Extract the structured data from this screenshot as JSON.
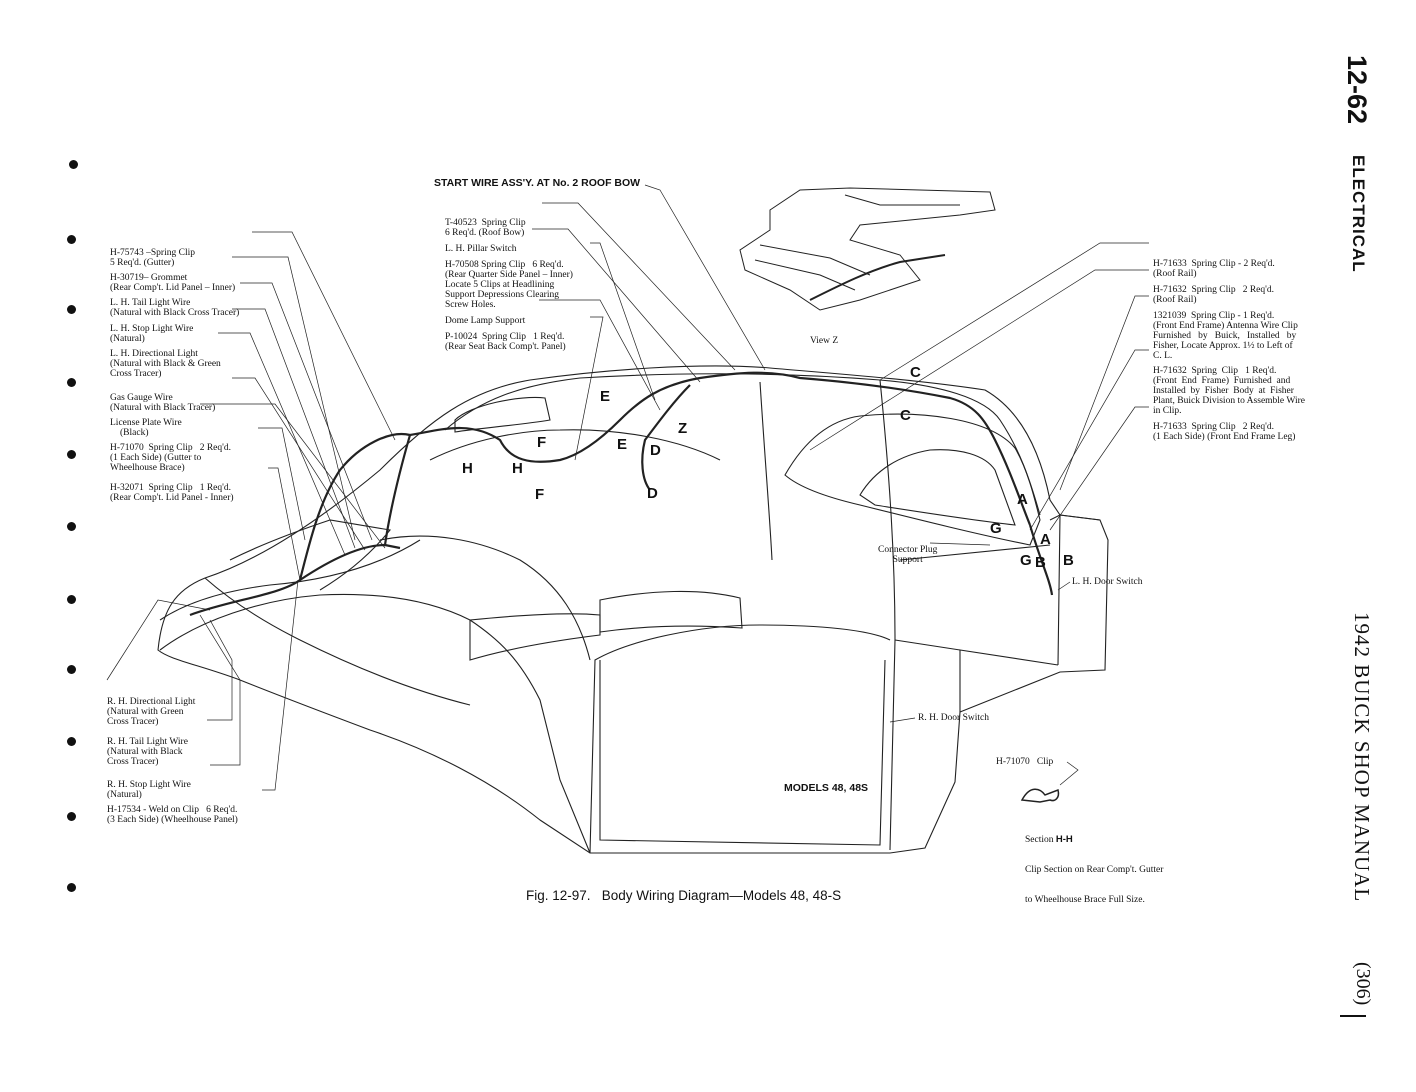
{
  "page": {
    "number": "12-62",
    "section": "ELECTRICAL",
    "book": "1942 BUICK SHOP MANUAL",
    "page_ref": "(306)"
  },
  "figure": {
    "start_heading": "START WIRE ASS'Y. AT No. 2 ROOF BOW",
    "models_tag": "MODELS 48, 48S",
    "caption": "Fig. 12-97.   Body Wiring Diagram—Models 48, 48-S",
    "view_label": "View Z"
  },
  "left_labels": [
    {
      "id": "l1",
      "lines": [
        "H-75743 –Spring Clip",
        "5 Req'd. (Gutter)"
      ]
    },
    {
      "id": "l2",
      "lines": [
        "H-30719– Grommet",
        "(Rear Comp't. Lid Panel – Inner)"
      ]
    },
    {
      "id": "l3",
      "lines": [
        "L. H. Tail Light Wire",
        "(Natural with Black Cross Tracer)"
      ]
    },
    {
      "id": "l4",
      "lines": [
        "L. H. Stop Light Wire",
        "(Natural)"
      ]
    },
    {
      "id": "l5",
      "lines": [
        "L. H. Directional Light",
        "(Natural with Black & Green",
        "Cross Tracer)"
      ]
    },
    {
      "id": "l6",
      "lines": [
        "Gas Gauge Wire",
        "(Natural with Black Tracer)"
      ]
    },
    {
      "id": "l7",
      "lines": [
        "License Plate Wire",
        "(Black)"
      ]
    },
    {
      "id": "l8",
      "lines": [
        "H-71070  Spring Clip   2 Req'd.",
        "(1 Each Side) (Gutter to",
        "Wheelhouse Brace)"
      ]
    },
    {
      "id": "l9",
      "lines": [
        "H-32071  Spring Clip   1 Req'd.",
        "(Rear Comp't. Lid Panel - Inner)"
      ]
    }
  ],
  "top_labels": [
    {
      "id": "t1",
      "lines": [
        "T-40523  Spring Clip",
        "6 Req'd. (Roof Bow)"
      ]
    },
    {
      "id": "t2",
      "lines": [
        "L. H. Pillar Switch"
      ]
    },
    {
      "id": "t3",
      "lines": [
        "H-70508 Spring Clip   6 Req'd.",
        "(Rear Quarter Side Panel – Inner)",
        "Locate 5 Clips at Headlining",
        "Support Depressions Clearing",
        "Screw Holes."
      ]
    },
    {
      "id": "t4",
      "lines": [
        "Dome Lamp Support"
      ]
    },
    {
      "id": "t5",
      "lines": [
        "P-10024  Spring Clip   1 Req'd.",
        "(Rear Seat Back Comp't. Panel)"
      ]
    }
  ],
  "right_labels": [
    {
      "id": "r1",
      "lines": [
        "H-71633  Spring Clip - 2 Req'd.",
        "(Roof Rail)"
      ]
    },
    {
      "id": "r2",
      "lines": [
        "H-71632  Spring Clip   2 Req'd.",
        "(Roof Rail)"
      ]
    },
    {
      "id": "r3",
      "lines": [
        "1321039  Spring Clip - 1 Req'd.",
        "(Front End Frame) Antenna Wire Clip",
        "Furnished   by   Buick,   Installed   by",
        "Fisher, Locate Approx. 1½ to Left of",
        "C. L."
      ]
    },
    {
      "id": "r4",
      "lines": [
        "H-71632  Spring  Clip   1 Req'd.",
        "(Front  End  Frame)  Furnished  and",
        "Installed  by  Fisher  Body  at  Fisher",
        "Plant, Buick Division to Assemble Wire",
        "in Clip."
      ]
    },
    {
      "id": "r5",
      "lines": [
        "H-71633  Spring Clip   2 Req'd.",
        "(1 Each Side) (Front End Frame Leg)"
      ]
    }
  ],
  "bottom_left_labels": [
    {
      "id": "b1",
      "lines": [
        "R. H. Directional Light",
        "(Natural with Green",
        "Cross Tracer)"
      ]
    },
    {
      "id": "b2",
      "lines": [
        "R. H. Tail Light Wire",
        "(Natural with Black",
        "Cross Tracer)"
      ]
    },
    {
      "id": "b3",
      "lines": [
        "R. H. Stop Light Wire",
        "(Natural)"
      ]
    },
    {
      "id": "b4",
      "lines": [
        "H-17534 - Weld on Clip   6 Req'd.",
        "(3 Each Side) (Wheelhouse Panel)"
      ]
    }
  ],
  "body_labels": {
    "connector": [
      "Connector Plug",
      "Support"
    ],
    "lh_door": "L. H. Door Switch",
    "rh_door": "R. H. Door Switch",
    "clip": "H-71070   Clip",
    "section_title": "Section",
    "section_id": "H-H",
    "section_desc": [
      "Clip Section on Rear Comp't. Gutter",
      "to Wheelhouse Brace Full Size."
    ]
  },
  "callouts": [
    "C",
    "C",
    "E",
    "E",
    "Z",
    "F",
    "F",
    "D",
    "D",
    "H",
    "H",
    "A",
    "A",
    "G",
    "G",
    "B",
    "B"
  ]
}
